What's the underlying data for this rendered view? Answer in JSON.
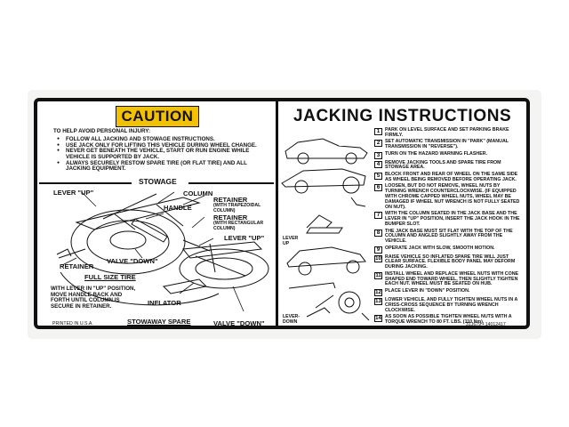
{
  "caution": {
    "title": "CAUTION",
    "intro": "TO HELP AVOID PERSONAL INJURY:",
    "bullets": [
      "FOLLOW ALL JACKING AND STOWAGE INSTRUCTIONS.",
      "USE JACK ONLY FOR LIFTING THIS VEHICLE DURING WHEEL CHANGE.",
      "NEVER GET BENEATH THE VEHICLE, START OR RUN ENGINE WHILE VEHICLE IS SUPPORTED BY JACK.",
      "ALWAYS SECURELY RESTOW SPARE TIRE (OR FLAT TIRE) AND ALL JACKING EQUIPMENT."
    ]
  },
  "stowage": {
    "title": "STOWAGE",
    "lever_up_1": "LEVER \"UP\"",
    "column": "COLUMN",
    "handle": "HANDLE",
    "retainer_trap": "RETAINER",
    "retainer_trap_note": "(WITH TRAPEZOIDAL COLUMN)",
    "retainer_rect": "RETAINER",
    "retainer_rect_note": "(WITH RECTANGULAR COLUMN)",
    "lever_up_2": "LEVER \"UP\"",
    "retainer": "RETAINER",
    "valve_down_1": "VALVE \"DOWN\"",
    "full_size_tire": "FULL SIZE TIRE",
    "instructions": "WITH LEVER IN \"UP\" POSITION, MOVE HANDLE BACK AND FORTH UNTIL COLUMN IS SECURE IN RETAINER.",
    "inflator": "INFLATOR",
    "stowaway_spare": "STOWAWAY SPARE",
    "valve_down_2": "VALVE \"DOWN\"",
    "printed": "PRINTED IN U.S.A."
  },
  "jacking": {
    "title": "JACKING INSTRUCTIONS",
    "lever_up": "LEVER UP",
    "lever_down": "LEVER- DOWN",
    "steps": [
      {
        "n": "1",
        "text": "PARK ON LEVEL SURFACE AND SET PARKING BRAKE FIRMLY."
      },
      {
        "n": "2",
        "text": "SET AUTOMATIC TRANSMISSION IN \"PARK\" (MANUAL TRANSMISSION IN \"REVERSE\")."
      },
      {
        "n": "3",
        "text": "TURN ON THE HAZARD WARNING FLASHER."
      },
      {
        "n": "4",
        "text": "REMOVE JACKING TOOLS AND SPARE TIRE FROM STOWAGE AREA."
      },
      {
        "n": "5",
        "text": "BLOCK FRONT AND REAR OF WHEEL ON THE SAME SIDE AS WHEEL BEING REMOVED BEFORE OPERATING JACK."
      },
      {
        "n": "6",
        "text": "LOOSEN, BUT DO NOT REMOVE, WHEEL NUTS BY TURNING WRENCH COUNTERCLOCKWISE. (IF EQUIPPED WITH CHROME CAPPED WHEEL NUTS, WHEEL MAY BE DAMAGED IF WHEEL NUT WRENCH IS NOT FULLY SEATED ON NUT)."
      },
      {
        "n": "7",
        "text": "WITH THE COLUMN SEATED IN THE JACK BASE AND THE LEVER IN \"UP\" POSITION, INSERT THE JACK HOOK IN THE BUMPER SLOT."
      },
      {
        "n": "8",
        "text": "THE JACK BASE MUST SIT FLAT WITH THE TOP OF THE COLUMN AND ANGLED SLIGHTLY AWAY FROM THE VEHICLE."
      },
      {
        "n": "9",
        "text": "OPERATE JACK WITH SLOW, SMOOTH MOTION."
      },
      {
        "n": "10",
        "text": "RAISE VEHICLE SO INFLATED SPARE TIRE WILL JUST CLEAR SURFACE. FLEXIBLE BODY PANEL MAY DEFORM DURING JACKING."
      },
      {
        "n": "11",
        "text": "INSTALL WHEEL AND REPLACE WHEEL NUTS WITH CONE SHAPED END TOWARD WHEEL, THEN SLIGHTLY TIGHTEN EACH NUT. WHEEL MUST BE SEATED ON HUB."
      },
      {
        "n": "12",
        "text": "PLACE LEVER IN \"DOWN\" POSITION."
      },
      {
        "n": "13",
        "text": "LOWER VEHICLE, AND FULLY TIGHTEN WHEEL NUTS IN A CRISS-CROSS SEQUENCE BY TURNING WRENCH CLOCKWISE."
      },
      {
        "n": "14",
        "text": "AS SOON AS POSSIBLE TIGHTEN WHEEL NUTS WITH A TORQUE WRENCH TO 80 FT. LBS. (110 Nm)."
      }
    ],
    "part_number": "31J679 • 14012417"
  }
}
